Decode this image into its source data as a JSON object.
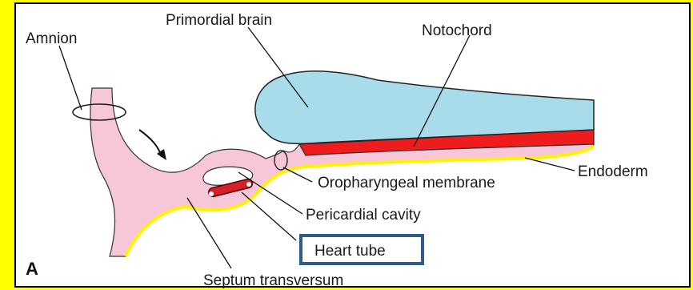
{
  "figure": {
    "panel_letter": "A",
    "labels": {
      "amnion": "Amnion",
      "primordial_brain": "Primordial brain",
      "notochord": "Notochord",
      "endoderm": "Endoderm",
      "oropharyngeal_membrane": "Oropharyngeal membrane",
      "pericardial_cavity": "Pericardial cavity",
      "heart_tube": "Heart tube",
      "septum_transversum": "Septum transversum"
    },
    "colors": {
      "background_border": "#ffff00",
      "brain": "#a9dcea",
      "notochord": "#ee1c1c",
      "endoderm": "#fff200",
      "embryo_tissue": "#f7c6d8",
      "heart_tube": "#d4202a",
      "highlight_box": "#2f5b8c"
    }
  }
}
